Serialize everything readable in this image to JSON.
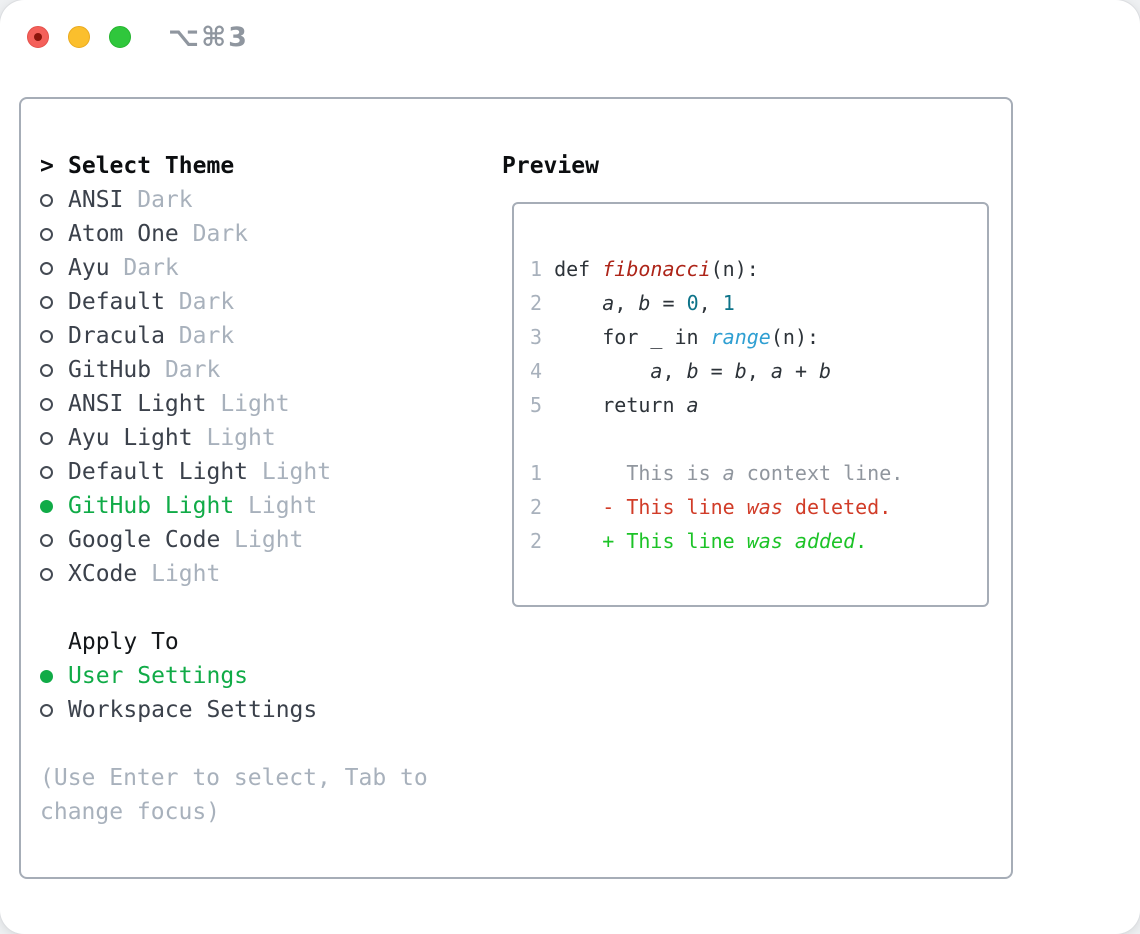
{
  "window": {
    "title": "⌥⌘3",
    "traffic_lights": [
      "close",
      "minimize",
      "zoom"
    ]
  },
  "colors": {
    "ui_green": "#10ab47",
    "muted_gray": "#a8b1bc",
    "text_dark": "#3b414b",
    "border_gray": "#a6adb7",
    "deleted_red": "#d13c28",
    "added_green": "#1cc327",
    "function_red": "#ad2418",
    "number_teal": "#0d7389",
    "call_blue": "#2f9fd2"
  },
  "panel": {
    "theme_list": {
      "cursor": ">",
      "header": "Select Theme",
      "items": [
        {
          "name": "ANSI",
          "variant": "Dark",
          "selected": false
        },
        {
          "name": "Atom One",
          "variant": "Dark",
          "selected": false
        },
        {
          "name": "Ayu",
          "variant": "Dark",
          "selected": false
        },
        {
          "name": "Default",
          "variant": "Dark",
          "selected": false
        },
        {
          "name": "Dracula",
          "variant": "Dark",
          "selected": false
        },
        {
          "name": "GitHub",
          "variant": "Dark",
          "selected": false
        },
        {
          "name": "ANSI Light",
          "variant": "Light",
          "selected": false
        },
        {
          "name": "Ayu Light",
          "variant": "Light",
          "selected": false
        },
        {
          "name": "Default Light",
          "variant": "Light",
          "selected": false
        },
        {
          "name": "GitHub Light",
          "variant": "Light",
          "selected": true
        },
        {
          "name": "Google Code",
          "variant": "Light",
          "selected": false
        },
        {
          "name": "XCode",
          "variant": "Light",
          "selected": false
        }
      ]
    },
    "apply_to": {
      "header": "Apply To",
      "items": [
        {
          "name": "User Settings",
          "selected": true
        },
        {
          "name": "Workspace Settings",
          "selected": false
        }
      ]
    },
    "hint_line1": "(Use Enter to select, Tab to",
    "hint_line2": "change focus)",
    "preview": {
      "header": "Preview",
      "lines": [
        [
          {
            "t": "1 ",
            "c": "ln"
          },
          {
            "t": "def ",
            "c": "fg"
          },
          {
            "t": "fibonacci",
            "c": "func",
            "i": true
          },
          {
            "t": "(n):",
            "c": "fg"
          }
        ],
        [
          {
            "t": "2 ",
            "c": "ln"
          },
          {
            "t": "    ",
            "c": "fg"
          },
          {
            "t": "a",
            "c": "var",
            "i": true
          },
          {
            "t": ", ",
            "c": "fg"
          },
          {
            "t": "b",
            "c": "var",
            "i": true
          },
          {
            "t": " = ",
            "c": "fg"
          },
          {
            "t": "0",
            "c": "num"
          },
          {
            "t": ", ",
            "c": "fg"
          },
          {
            "t": "1",
            "c": "num"
          }
        ],
        [
          {
            "t": "3 ",
            "c": "ln"
          },
          {
            "t": "    for _ in ",
            "c": "fg"
          },
          {
            "t": "range",
            "c": "call",
            "i": true
          },
          {
            "t": "(n):",
            "c": "fg"
          }
        ],
        [
          {
            "t": "4 ",
            "c": "ln"
          },
          {
            "t": "        ",
            "c": "fg"
          },
          {
            "t": "a",
            "c": "var",
            "i": true
          },
          {
            "t": ", ",
            "c": "fg"
          },
          {
            "t": "b",
            "c": "var",
            "i": true
          },
          {
            "t": " = ",
            "c": "fg"
          },
          {
            "t": "b",
            "c": "var",
            "i": true
          },
          {
            "t": ", ",
            "c": "fg"
          },
          {
            "t": "a",
            "c": "var",
            "i": true
          },
          {
            "t": " + ",
            "c": "fg"
          },
          {
            "t": "b",
            "c": "var",
            "i": true
          }
        ],
        [
          {
            "t": "5 ",
            "c": "ln"
          },
          {
            "t": "    return ",
            "c": "fg"
          },
          {
            "t": "a",
            "c": "var",
            "i": true
          }
        ],
        [],
        [
          {
            "t": "1 ",
            "c": "ln"
          },
          {
            "t": "      This is ",
            "c": "ctx"
          },
          {
            "t": "a",
            "c": "ctx",
            "i": true
          },
          {
            "t": " context line.",
            "c": "ctx"
          }
        ],
        [
          {
            "t": "2 ",
            "c": "ln"
          },
          {
            "t": "    - This line ",
            "c": "del"
          },
          {
            "t": "was",
            "c": "del",
            "i": true
          },
          {
            "t": " deleted.",
            "c": "del"
          }
        ],
        [
          {
            "t": "2 ",
            "c": "ln"
          },
          {
            "t": "    + This line ",
            "c": "add"
          },
          {
            "t": "was",
            "c": "add",
            "i": true
          },
          {
            "t": " ",
            "c": "add"
          },
          {
            "t": "added",
            "c": "add",
            "i": true
          },
          {
            "t": ".",
            "c": "add"
          }
        ]
      ]
    }
  }
}
